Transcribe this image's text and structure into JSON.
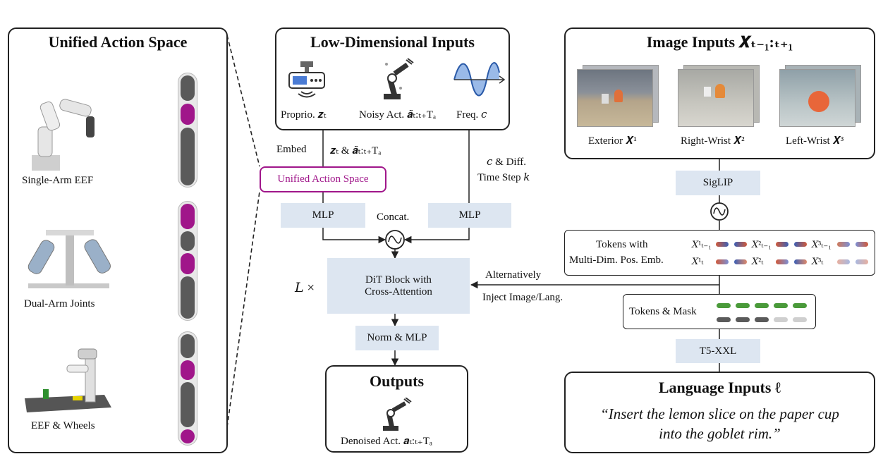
{
  "left_panel": {
    "title": "Unified Action Space",
    "robots": [
      {
        "label": "Single-Arm EEF"
      },
      {
        "label": "Dual-Arm Joints"
      },
      {
        "label": "EEF & Wheels"
      }
    ]
  },
  "low_dim": {
    "title": "Low-Dimensional Inputs",
    "proprio_label": "Proprio. 𝒛ₜ",
    "noisy_label": "Noisy Act. 𝒂̃ₜ:ₜ₊Tₐ",
    "freq_label": "Freq. 𝑐"
  },
  "flow": {
    "embed": "Embed",
    "z_a": "𝒛ₜ & 𝒂̃ₜ:ₜ₊Tₐ",
    "unified_action_space": "Unified Action Space",
    "c_diff_line1": "𝑐 & Diff.",
    "c_diff_line2": "Time Step 𝑘",
    "mlp_left": "MLP",
    "mlp_right": "MLP",
    "concat": "Concat.",
    "l_times": "𝐿 ×",
    "dit_line1": "DiT Block with",
    "dit_line2": "Cross-Attention",
    "norm_mlp": "Norm & MLP",
    "alternatively": "Alternatively",
    "inject": "Inject Image/Lang."
  },
  "outputs": {
    "title": "Outputs",
    "label": "Denoised Act. 𝒂ₜ:ₜ₊Tₐ"
  },
  "image_inputs": {
    "title": "Image Inputs 𝑿ₜ₋₁:ₜ₊₁",
    "exterior": "Exterior 𝑿¹",
    "right_wrist": "Right-Wrist 𝑿²",
    "left_wrist": "Left-Wrist 𝑿³"
  },
  "siglip": "SigLIP",
  "tokens": {
    "line1": "Tokens with",
    "line2": "Multi-Dim. Pos. Emb.",
    "x1_prev": "𝑋¹ₜ₋₁",
    "x2_prev": "𝑋²ₜ₋₁",
    "x3_prev": "𝑋³ₜ₋₁",
    "x1_t": "𝑋¹ₜ",
    "x2_t": "𝑋²ₜ",
    "x3_t": "𝑋³ₜ"
  },
  "tokens_mask": "Tokens & Mask",
  "t5": "T5-XXL",
  "language": {
    "title": "Language Inputs ℓ",
    "line1": "“Insert the lemon slice on the paper cup",
    "line2": "into the goblet rim.”"
  },
  "colors": {
    "box_fill": "#dde6f1",
    "magenta": "#a0168a",
    "pink_flow": "#f2bde6",
    "dark_seg": "#5a5a5a",
    "token_green": "#4a9a3a"
  }
}
